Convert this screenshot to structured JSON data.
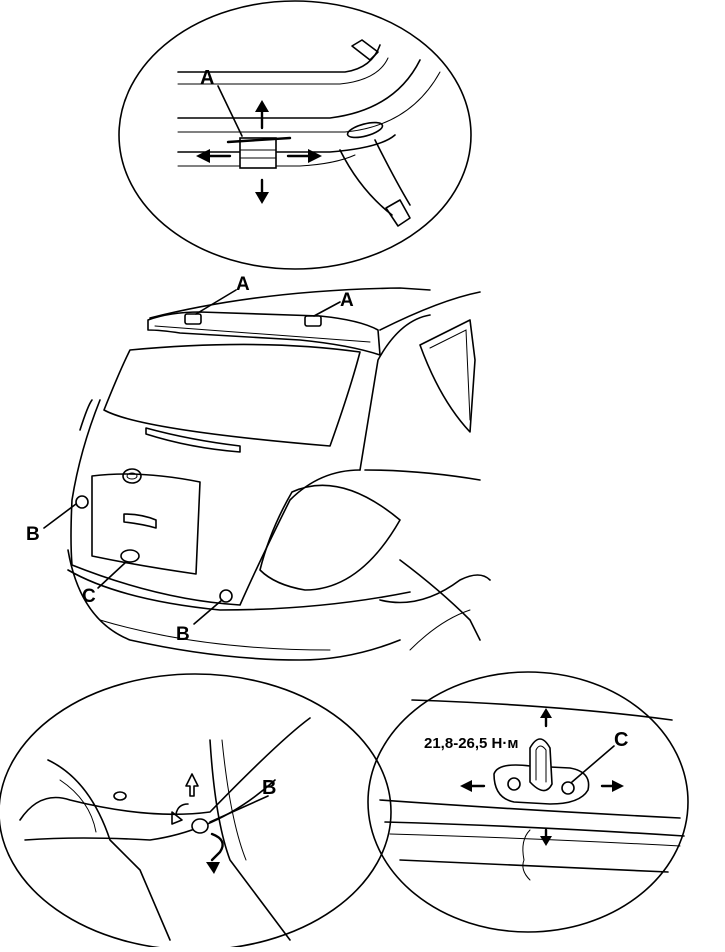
{
  "labels": {
    "a_top_detail": "A",
    "a_left": "A",
    "a_right": "A",
    "b_left": "B",
    "b_bottom": "B",
    "c_body": "C",
    "b_detail": "B",
    "c_detail": "C"
  },
  "torque_spec": "21,8-26,5 Н·м"
}
